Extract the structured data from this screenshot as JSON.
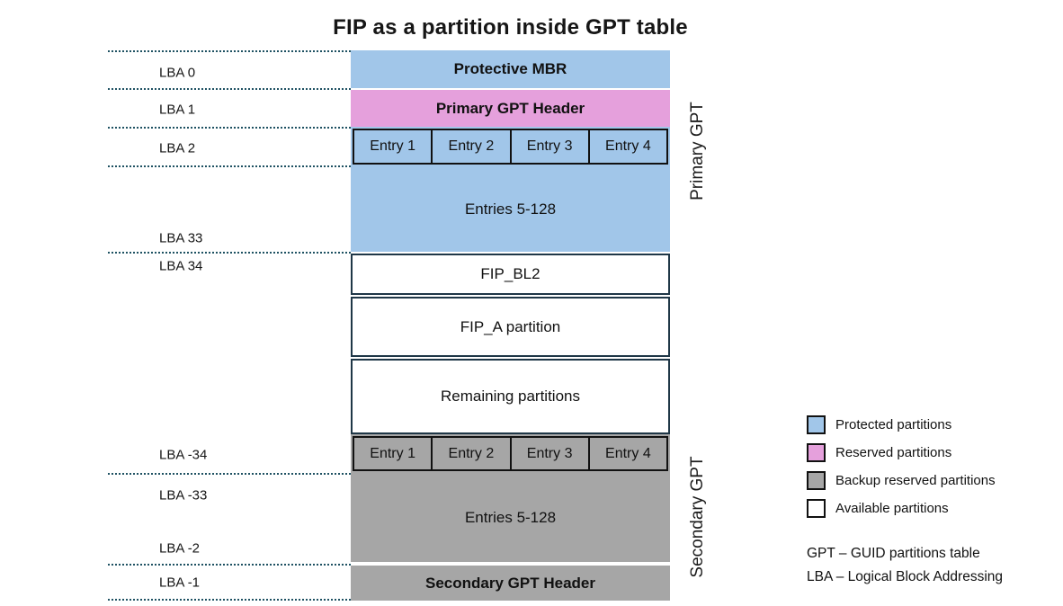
{
  "title": "FIP as a partition inside GPT table",
  "column": {
    "protective_mbr": "Protective MBR",
    "primary_gpt_header": "Primary GPT Header",
    "primary_entries": [
      "Entry 1",
      "Entry 2",
      "Entry 3",
      "Entry 4"
    ],
    "primary_entries_rest": "Entries 5-128",
    "fip_bl2": "FIP_BL2",
    "fip_a_partition": "FIP_A partition",
    "remaining_partitions": "Remaining partitions",
    "secondary_entries": [
      "Entry 1",
      "Entry 2",
      "Entry 3",
      "Entry 4"
    ],
    "secondary_entries_rest": "Entries 5-128",
    "secondary_gpt_header": "Secondary GPT Header"
  },
  "lba_labels": {
    "lba0": "LBA 0",
    "lba1": "LBA 1",
    "lba2": "LBA 2",
    "lba33": "LBA 33",
    "lba34": "LBA 34",
    "lba_m34": "LBA -34",
    "lba_m33": "LBA -33",
    "lba_m2": "LBA -2",
    "lba_m1": "LBA -1"
  },
  "side_labels": {
    "primary": "Primary GPT",
    "secondary": "Secondary GPT"
  },
  "legend": {
    "items": [
      {
        "label": "Protected partitions",
        "color": "#A1C6E9"
      },
      {
        "label": "Reserved partitions",
        "color": "#E5A0DC"
      },
      {
        "label": "Backup reserved partitions",
        "color": "#A6A6A6"
      },
      {
        "label": "Available partitions",
        "color": "#FFFFFF"
      }
    ],
    "notes": [
      "GPT – GUID partitions table",
      "LBA – Logical Block Addressing"
    ]
  },
  "colors": {
    "protected_blue": "#A1C6E9",
    "reserved_pink": "#E5A0DC",
    "backup_gray": "#A6A6A6",
    "available_white": "#FFFFFF",
    "dotted_line": "#1E5162",
    "dark_border": "#1F3747",
    "cell_border": "#111111"
  }
}
